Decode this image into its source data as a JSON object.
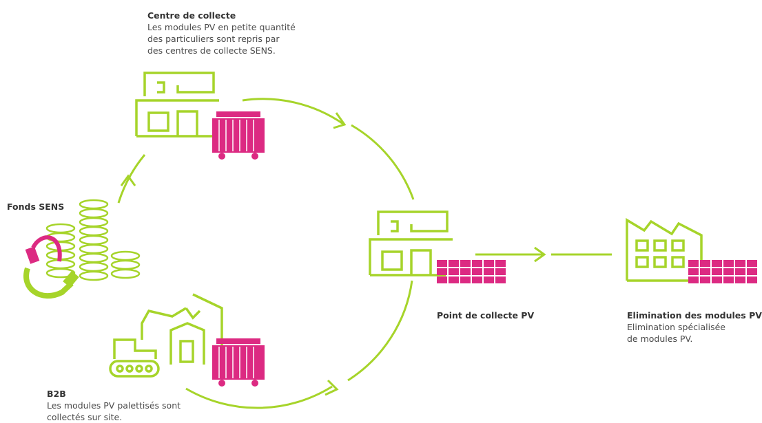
{
  "colors": {
    "green": "#a6d42a",
    "magenta": "#dc2a82",
    "text": "#4a4a4a"
  },
  "nodes": {
    "centre": {
      "title": "Centre de collecte",
      "desc": "Les modules PV en petite quantité\ndes particuliers sont repris par\ndes centres de collecte SENS."
    },
    "fonds": {
      "title": "Fonds SENS"
    },
    "b2b": {
      "title": "B2B",
      "desc": "Les modules PV palettisés sont\ncollectés sur site."
    },
    "point": {
      "title": "Point de collecte PV"
    },
    "elimination": {
      "title": "Elimination des modules PV",
      "desc": "Elimination spécialisée\nde modules PV."
    }
  },
  "icons": [
    "building-icon",
    "container-bin-icon",
    "coins-icon",
    "plug-icon",
    "excavator-icon",
    "solar-panel-icon",
    "factory-icon"
  ]
}
